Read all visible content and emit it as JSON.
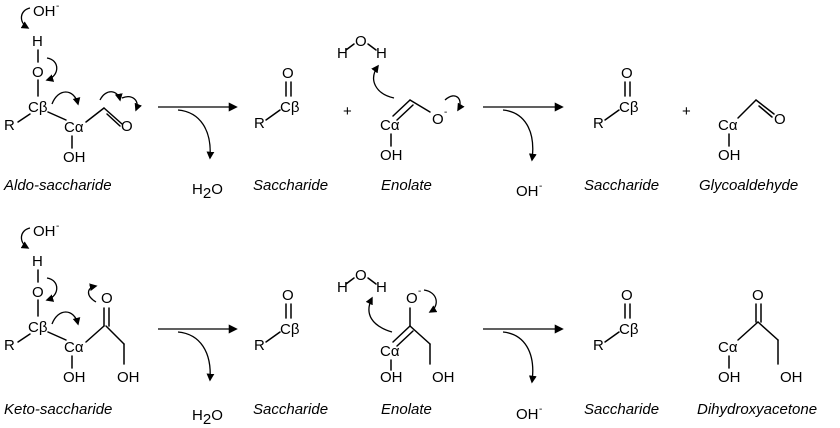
{
  "diagram": {
    "row1": {
      "captions": {
        "reactant": "Aldo-saccharide",
        "product1": "Saccharide",
        "intermediate": "Enolate",
        "product2": "Saccharide",
        "final": "Glycoaldehyde"
      },
      "byproducts": {
        "water": "H2O",
        "hydroxide": "OH-"
      }
    },
    "row2": {
      "captions": {
        "reactant": "Keto-saccharide",
        "product1": "Saccharide",
        "intermediate": "Enolate",
        "product2": "Saccharide",
        "final": "Dihydroxyacetone"
      },
      "byproducts": {
        "water": "H2O",
        "hydroxide": "OH-"
      }
    },
    "atoms": {
      "hydroxide": "OH",
      "minus": "-",
      "H": "H",
      "O": "O",
      "R": "R",
      "Cb": "Cβ",
      "Ca": "Cα",
      "OH": "OH",
      "Ominus": "O",
      "plus": "+",
      "two": "2"
    }
  }
}
